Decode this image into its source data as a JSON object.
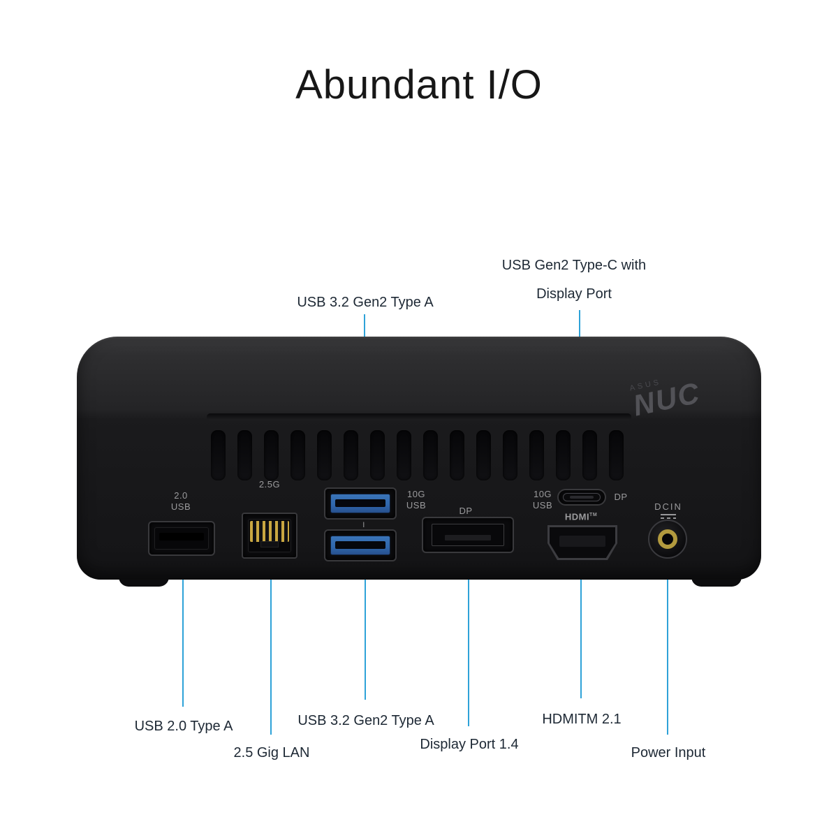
{
  "title": "Abundant I/O",
  "colors": {
    "leader_line": "#2ea2d8",
    "label_text": "#1d2834",
    "title_text": "#171717",
    "usb_blue": "#2f66ab",
    "lan_gold": "#c9a741",
    "dc_gold": "#b29a3e",
    "print_text": "#9b9b9d"
  },
  "callouts_top": [
    {
      "line1": "USB 3.2 Gen2 Type A"
    },
    {
      "line1": "USB Gen2 Type-C with",
      "line2": "Display Port"
    }
  ],
  "callouts_bottom": [
    {
      "label": "USB 2.0 Type A"
    },
    {
      "label": "2.5 Gig LAN"
    },
    {
      "label": "USB 3.2 Gen2 Type A"
    },
    {
      "label": "Display Port 1.4"
    },
    {
      "label": "HDMITM 2.1"
    },
    {
      "label": "Power Input"
    }
  ],
  "device": {
    "logo": {
      "brand": "ASUS",
      "model": "NUC"
    },
    "prints": {
      "usb2_line1": "2.0",
      "usb2_line2": "USB",
      "lan": "2.5G",
      "usb10g_a_line1": "10G",
      "usb10g_a_line2": "USB",
      "usb_divider": "I",
      "dp_a": "DP",
      "usb10g_c_line1": "10G",
      "usb10g_c_line2": "USB",
      "dp_c": "DP",
      "hdmi": "HDMI",
      "hdmi_tm": "TM",
      "dcin": "DCIN"
    }
  }
}
